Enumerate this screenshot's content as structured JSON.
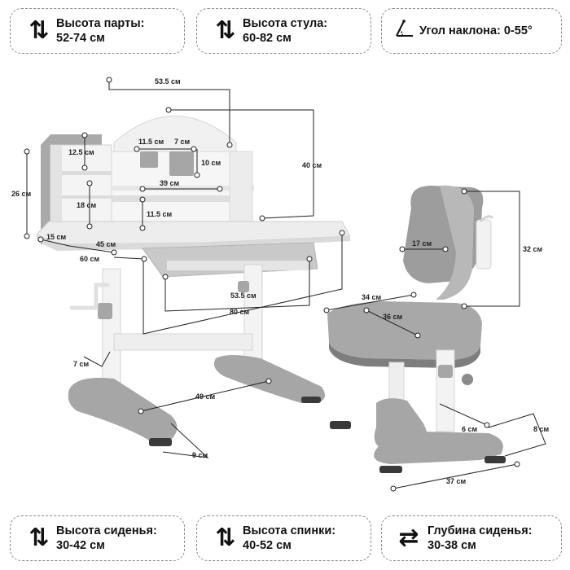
{
  "cards": {
    "desk_height": {
      "label": "Высота парты:",
      "value": "52-74 см"
    },
    "chair_height": {
      "label": "Высота стула:",
      "value": "60-82 см"
    },
    "tilt_angle": {
      "label": "Угол наклона: 0-55°"
    },
    "seat_height": {
      "label": "Высота сиденья:",
      "value": "30-42 см"
    },
    "back_height": {
      "label": "Высота спинки:",
      "value": "40-52 см"
    },
    "seat_depth": {
      "label": "Глубина сиденья:",
      "value": "30-38 см"
    }
  },
  "icons": {
    "vertical": "up-down-arrows-icon",
    "horizontal": "left-right-arrows-icon",
    "angle": "tilt-angle-icon"
  },
  "dims": {
    "top_width": "53.5 см",
    "shelf_depth": "12.5 см",
    "slot_a": "11.5 см",
    "slot_b": "7 см",
    "holder_h": "10 см",
    "board_h": "40 см",
    "shelf_w": "39 см",
    "side_h": "26 см",
    "niche_h": "18 см",
    "gap_h": "11.5 см",
    "side_d": "15 см",
    "top_d": "45 см",
    "desk_d": "60 см",
    "drawer_w": "53.5 см",
    "desk_w": "80 см",
    "leg_w": "7 см",
    "base_len": "49 см",
    "foot_w": "9 см",
    "back_w": "17 см",
    "back_h": "32 см",
    "seat_w": "34 см",
    "seat_d": "36 см",
    "post_w": "6 см",
    "chair_foot_h": "8 см",
    "chair_base": "37 см"
  },
  "colors": {
    "gray": "#a6a6a6",
    "dark_gray": "#6e6e6e",
    "white_part": "#f4f4f4",
    "line": "#222222"
  }
}
